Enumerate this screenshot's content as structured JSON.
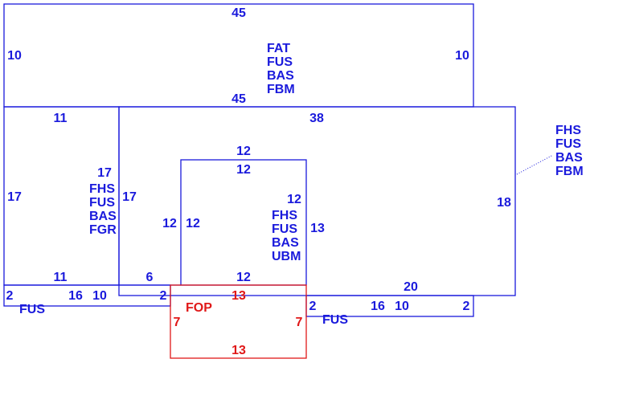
{
  "colors": {
    "structure": "#1a1adc",
    "porch": "#e01818"
  },
  "top_section": {
    "dim_top": "45",
    "dim_bottom": "45",
    "dim_left": "10",
    "dim_right": "10",
    "codes": [
      "FAT",
      "FUS",
      "BAS",
      "FBM"
    ]
  },
  "left_section": {
    "dim_top": "11",
    "dim_bottom": "11",
    "dim_left": "17",
    "dim_right": "17",
    "dim_right_overlap": "17",
    "codes": [
      "FHS",
      "FUS",
      "BAS",
      "FGR"
    ]
  },
  "main_section": {
    "dim_top": "38",
    "dim_right": "18",
    "dim_bottom": "20",
    "dim_bottom_left": "6",
    "dim_inner_left": "12",
    "codes": [
      "FHS",
      "FUS",
      "BAS",
      "FBM"
    ]
  },
  "inner_section": {
    "dim_top_outside": "12",
    "dim_top": "12",
    "dim_left": "12",
    "dim_right": "13",
    "dim_right_overlap": "12",
    "dim_bottom": "12",
    "codes": [
      "FHS",
      "FUS",
      "BAS",
      "UBM"
    ]
  },
  "left_strip": {
    "dim_left": "2",
    "dim_right": "2",
    "dim_top": "16",
    "dim_bottom": "10",
    "code": "FUS"
  },
  "right_strip": {
    "dim_left": "2",
    "dim_right": "2",
    "dim_top": "16",
    "dim_bottom": "10",
    "code": "FUS"
  },
  "porch": {
    "dim_top": "13",
    "dim_bottom": "13",
    "dim_left": "7",
    "dim_right": "7",
    "code": "FOP"
  }
}
